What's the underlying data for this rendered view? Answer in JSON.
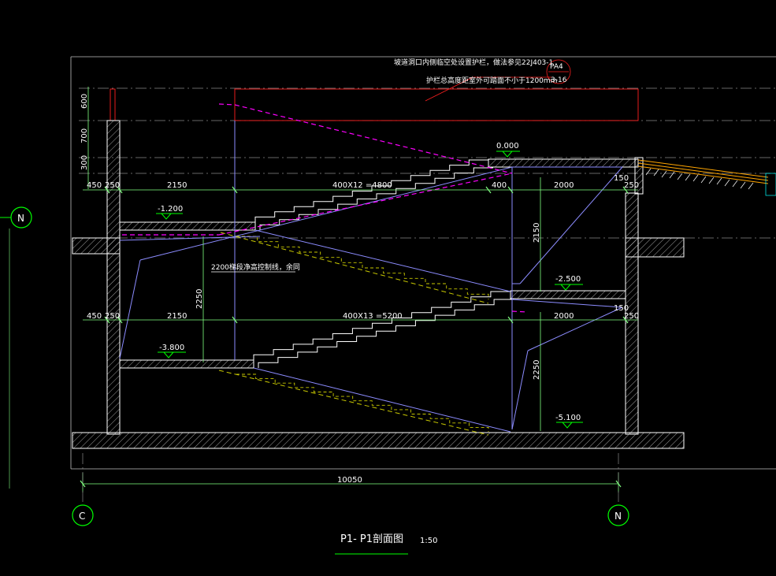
{
  "notes": {
    "note1": "坡道洞口内侧临空处设置护栏，做法参见22J403-1",
    "note2": "护栏总高度距室外可踏面不小于1200mm",
    "note3": "2200梯段净高控制线，余同"
  },
  "callout": {
    "top": "PA4",
    "bottom": "3-16"
  },
  "levels": {
    "l0": "0.000",
    "l1": "-1.200",
    "l2": "-2.500",
    "l3": "-3.800",
    "l4": "-5.100"
  },
  "dims_upper": {
    "d450": "450",
    "d250a": "250",
    "d2150": "2150",
    "run": "400X12 =4800",
    "d400": "400",
    "d2000": "2000",
    "d150": "150",
    "d250b": "250"
  },
  "dims_lower": {
    "d450": "450",
    "d250a": "250",
    "d2150": "2150",
    "run": "400X13 =5200",
    "d2000": "2000",
    "d150": "150",
    "d250b": "250"
  },
  "dims_vertical": {
    "v600": "600",
    "v700": "700",
    "v300": "300",
    "v2150": "2150",
    "v2250a": "2250",
    "v2250b": "2250"
  },
  "overall": "10050",
  "grid": {
    "left": "C",
    "right": "N",
    "side": "N"
  },
  "title": {
    "name": "P1- P1剖面图",
    "scale": "1:50"
  },
  "colors": {
    "structure": "#ffffff",
    "stair": "#8c8cff",
    "magenta": "#ff00ff",
    "yellow": "#c8c800",
    "red": "#ff2020",
    "green": "#00ff00",
    "dim": "#80ff80",
    "orange": "#ffa500"
  }
}
